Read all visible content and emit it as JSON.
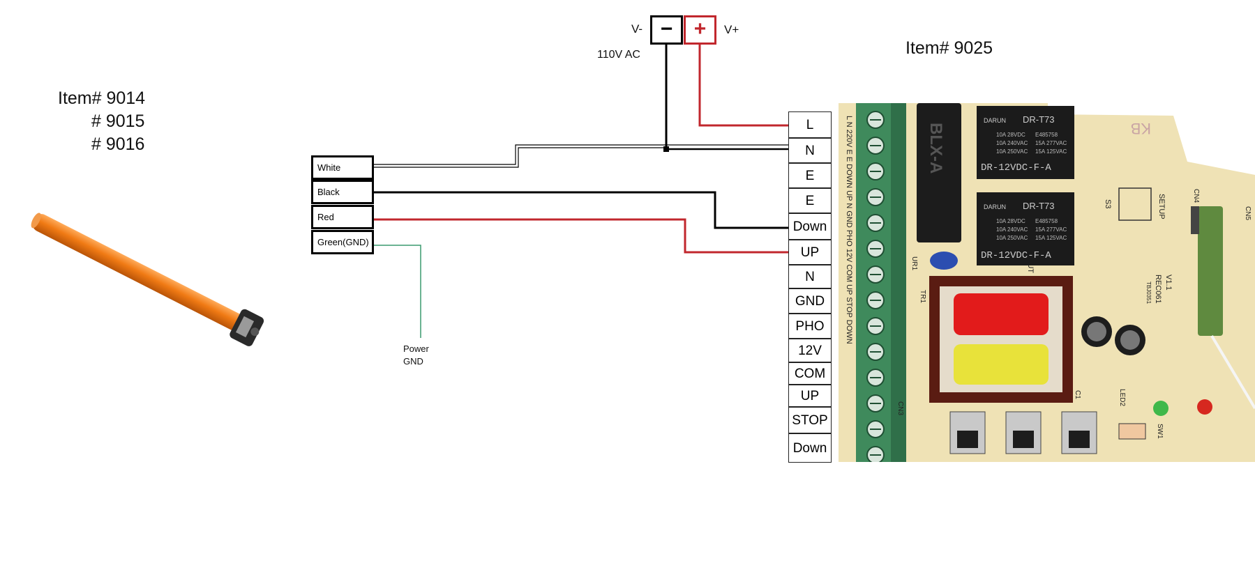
{
  "motor": {
    "items": [
      "Item# 9014",
      "# 9015",
      "# 9016"
    ]
  },
  "controller": {
    "item": "Item# 9025",
    "terminals": [
      "L",
      "N",
      "E",
      "E",
      "Down",
      "UP",
      "N",
      "GND",
      "PHO",
      "12V",
      "COM",
      "UP",
      "STOP",
      "Down"
    ],
    "silkscreen": {
      "relay_model_1": "DR-12VDC-F-A",
      "relay_model_2": "DR-12VDC-F-A",
      "relay_top_1": "DR-T73",
      "relay_top_2": "DR-T73",
      "brand": "DARUN",
      "relay_spec_a": "10A 28VDC",
      "relay_spec_b": "10A 240VAC",
      "relay_spec_c": "10A 250VAC",
      "relay_spec_d": "E485758",
      "relay_spec_e": "15A 277VAC",
      "relay_spec_f": "15A 125VAC",
      "block_label": "BLX-A",
      "s3": "S3",
      "setup": "SETUP",
      "cn4": "CN4",
      "cn5": "CN5",
      "cn3": "CN3",
      "version": "V1.1",
      "board_id": "REC061",
      "board_code": "TBJ0351",
      "led2": "LED2",
      "sw1": "SW1",
      "kb": "KB",
      "c1": "C1",
      "ur1": "UR1",
      "tr1": "TR1",
      "vertical_left": "L N 220V E E DOWN UP N GND PHO 12V COM UP STOP DOWN",
      "vertical_mt": "IN   MT OUT"
    }
  },
  "power": {
    "minus_symbol": "−",
    "plus_symbol": "+",
    "v_minus": "V-",
    "v_plus": "V+",
    "source": "110V  AC"
  },
  "motor_wires": [
    "White",
    "Black",
    "Red",
    "Green(GND)"
  ],
  "ground_note": [
    "Power",
    "GND"
  ],
  "colors": {
    "live_wire": "#c1272d",
    "neutral_wire": "#000000",
    "ground_wire": "#3a9a6e",
    "motor_orange": "#f07a14",
    "board_tan": "#efe2b5",
    "terminal_green": "#3f8a5c"
  }
}
